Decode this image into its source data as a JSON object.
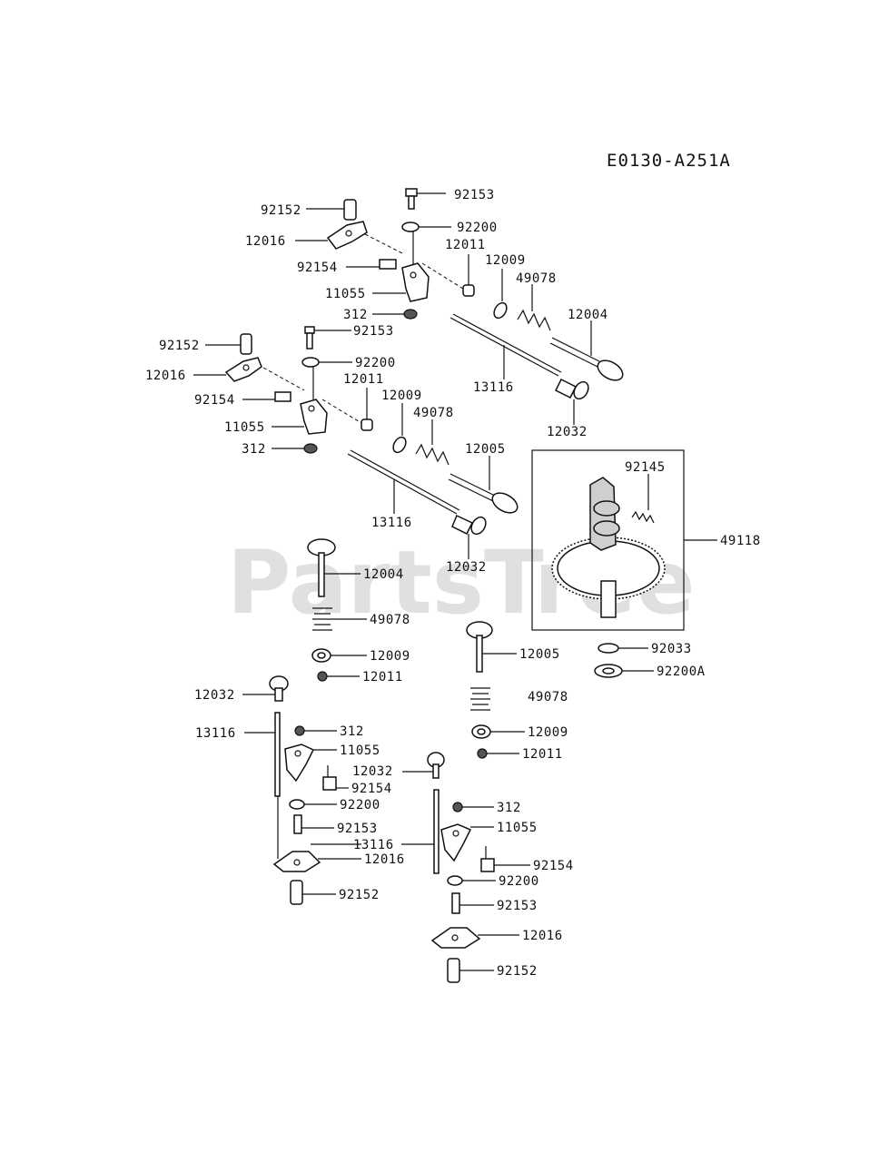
{
  "diagram_code": "E0130-A251A",
  "watermark": "PartsTree",
  "part_labels": {
    "l01": "92153",
    "l02": "92152",
    "l03": "92200",
    "l04": "12016",
    "l05": "12011",
    "l06": "12009",
    "l07": "92154",
    "l08": "49078",
    "l09": "11055",
    "l10": "312",
    "l11": "12004",
    "l12": "92153",
    "l13": "92152",
    "l14": "92200",
    "l15": "12016",
    "l16": "12011",
    "l17": "13116",
    "l18": "12009",
    "l19": "92154",
    "l20": "49078",
    "l21": "11055",
    "l22": "12032",
    "l23": "312",
    "l24": "12005",
    "l25": "92145",
    "l26": "13116",
    "l27": "49118",
    "l28": "12004",
    "l29": "12032",
    "l30": "49078",
    "l31": "92033",
    "l32": "12009",
    "l33": "12005",
    "l34": "92200A",
    "l35": "12011",
    "l36": "12032",
    "l37": "49078",
    "l38": "13116",
    "l39": "312",
    "l40": "12009",
    "l41": "11055",
    "l42": "12011",
    "l43": "12032",
    "l44": "92154",
    "l45": "92200",
    "l46": "312",
    "l47": "92153",
    "l48": "11055",
    "l49": "13116",
    "l50": "12016",
    "l51": "92154",
    "l52": "92200",
    "l53": "92152",
    "l54": "92153",
    "l55": "12016",
    "l56": "92152"
  }
}
